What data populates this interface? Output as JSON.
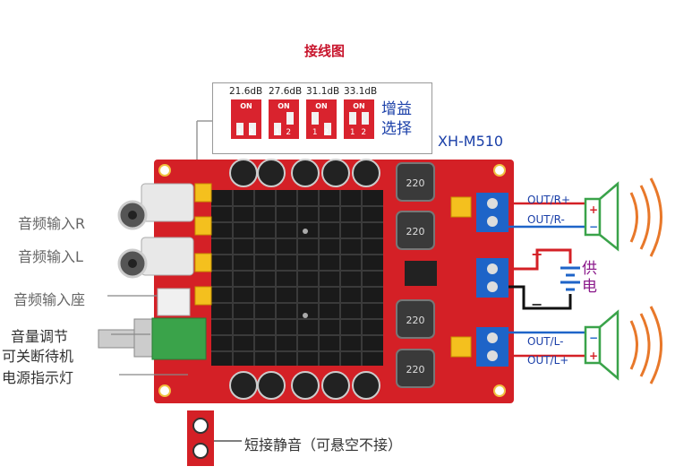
{
  "title": "接线图",
  "gain": {
    "values": [
      "21.6dB",
      "27.6dB",
      "31.1dB",
      "33.1dB"
    ],
    "switch_on": "ON",
    "switch_numbers": "1 2",
    "label": "增益选择"
  },
  "model": "XH-M510",
  "labels": {
    "audio_in_r": "音频输入R",
    "audio_in_l": "音频输入L",
    "audio_in_socket": "音频输入座",
    "volume": "音量调节",
    "standby": "可关断待机",
    "power_led": "电源指示灯",
    "mute": "短接静音（可悬空不接）"
  },
  "outputs": {
    "r_plus": "OUT/R+",
    "r_minus": "OUT/R-",
    "l_minus": "OUT/L-",
    "l_plus": "OUT/L+"
  },
  "power": {
    "label": "供电",
    "plus": "+",
    "minus": "−"
  },
  "speaker_polarity": {
    "plus": "+",
    "minus": "−"
  },
  "board": {
    "inductor_label": "220",
    "heatsink_color": "#1a1a1a",
    "pcb_color": "#d42026"
  }
}
